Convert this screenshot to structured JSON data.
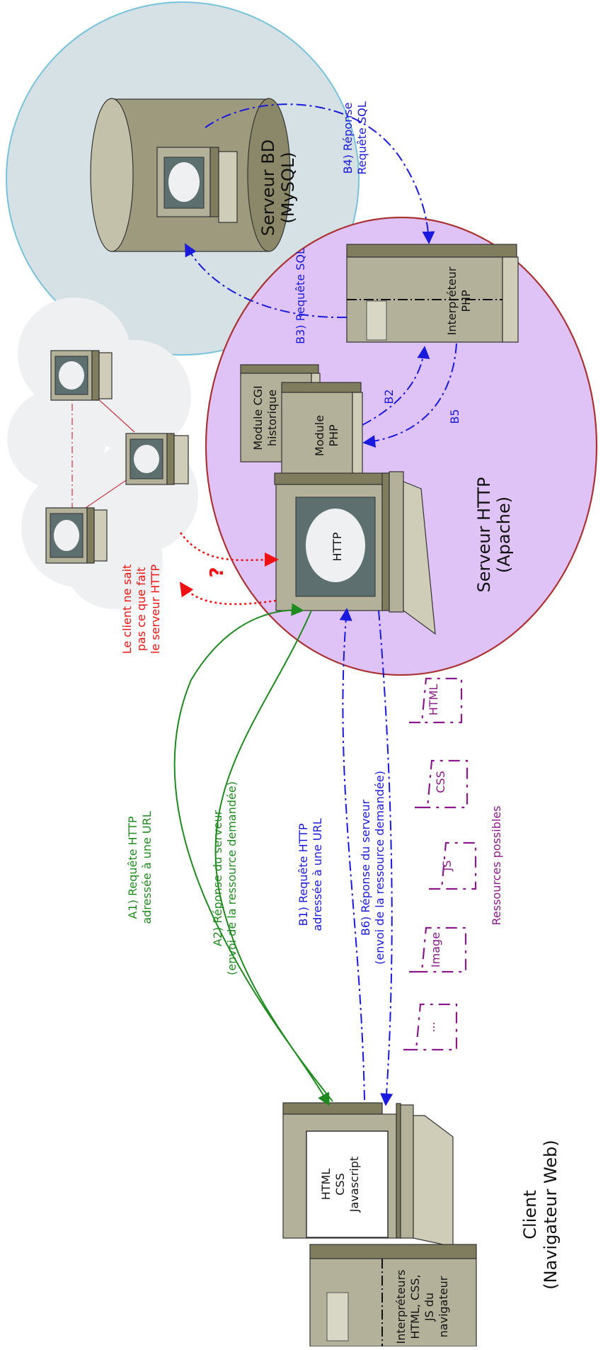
{
  "servers": {
    "db_title": "Serveur BD",
    "db_subtitle": "(MySQL)",
    "http_title": "Serveur HTTP",
    "http_subtitle": "(Apache)",
    "client_title": "Client",
    "client_subtitle": "(Navigateur Web)"
  },
  "modules": {
    "http_screen": "HTTP",
    "cgi_line1": "Module CGI",
    "cgi_line2": "historique",
    "php_line1": "Module",
    "php_line2": "PHP",
    "interp_line1": "Interpréteur",
    "interp_line2": "PHP",
    "client_screen": [
      "HTML",
      "CSS",
      "Javascript"
    ],
    "client_interp": [
      "Interpréteurs",
      "HTML, CSS,",
      "JS du",
      "navigateur"
    ]
  },
  "flows": {
    "a1": [
      "A1) Requête HTTP",
      "adressée à une URL"
    ],
    "a2": [
      "A2) Réponse du serveur",
      "(envoi de la ressource demandée)"
    ],
    "b1": [
      "B1) Requête HTTP",
      "adressée à une URL"
    ],
    "b2": "B2",
    "b3": "B3) Requête SQL",
    "b4": [
      "B4) Réponse",
      "Requête SQL"
    ],
    "b5": "B5",
    "b6": [
      "B6) Réponse du serveur",
      "(envoi de la ressource demandée)"
    ]
  },
  "client_note": {
    "lines": [
      "Le client ne sait",
      "pas ce que fait",
      "le serveur HTTP"
    ],
    "question": "?"
  },
  "resources": {
    "title": "Ressources possibles",
    "items": [
      "HTML",
      "CSS",
      "JS",
      "Image",
      "..."
    ]
  },
  "colors": {
    "green": "#1f8a1f",
    "blue": "#1a1adc",
    "red": "#ee1111",
    "purple": "#8a1a8a",
    "http_circle": "#dfc3f7",
    "db_circle": "#d5e1e4"
  }
}
